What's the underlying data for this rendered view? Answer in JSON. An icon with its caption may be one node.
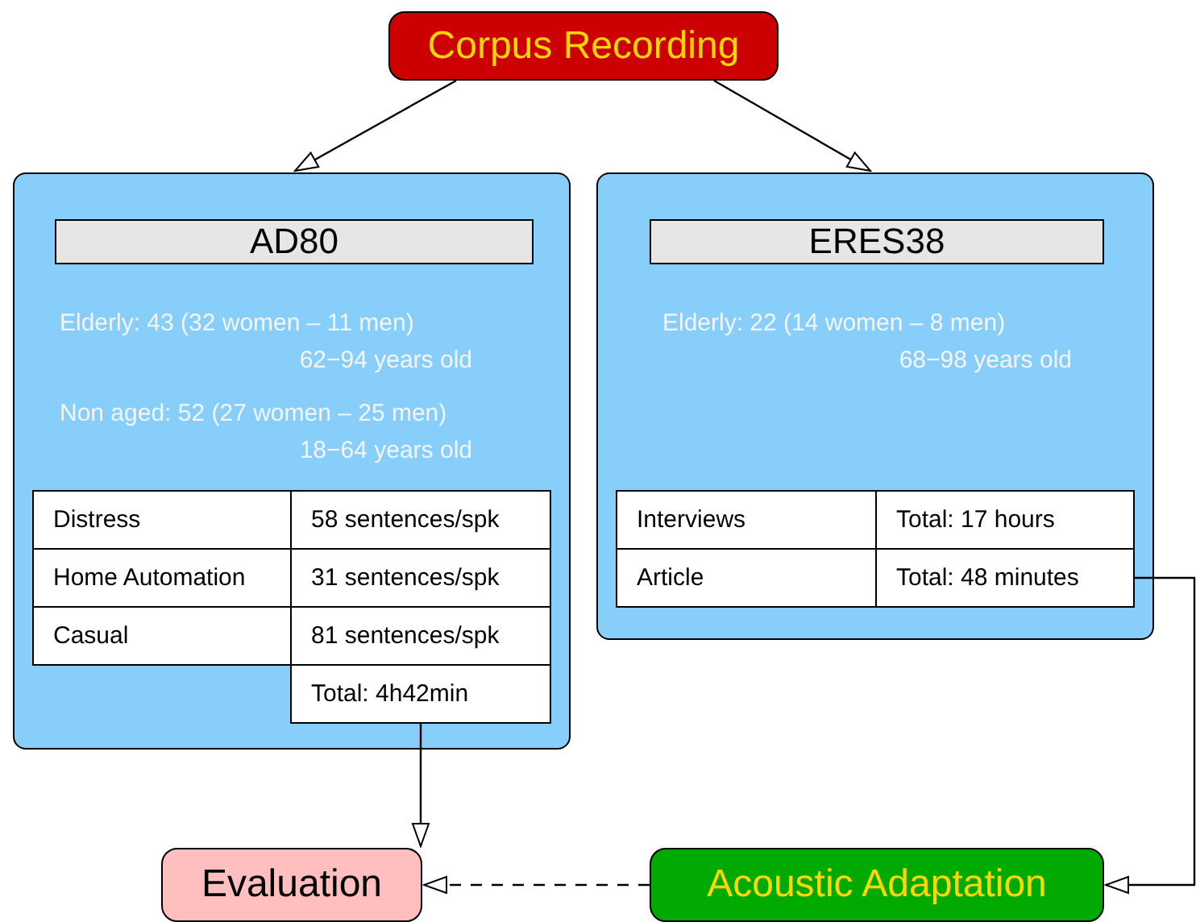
{
  "diagram": {
    "nodes": [
      {
        "text": [
          "Corpus Recording"
        ]
      },
      {
        "text": [
          "AD80",
          "Elderly: 43 (32 women – 11 men) 62−94 years old",
          "Non aged: 52 (27 women – 25 men) 18−64 years old"
        ]
      },
      {
        "text": [
          "Distress"
        ],
        "in": 1
      },
      {
        "text": [
          "58 sentences/spk"
        ],
        "in": 1
      },
      {
        "text": [
          "Home Automation"
        ],
        "in": 1
      },
      {
        "text": [
          "31 sentences/spk"
        ],
        "in": 1
      },
      {
        "text": [
          "Casual"
        ],
        "in": 1
      },
      {
        "text": [
          "81 sentences/spk"
        ],
        "in": 1
      },
      {
        "text": [
          "Total: 4h42min"
        ],
        "in": 1
      },
      {
        "text": [
          "ERES38",
          "Elderly: 22 (14 women – 8 men) 68−98 years old"
        ]
      },
      {
        "text": [
          "Interviews"
        ],
        "in": 9
      },
      {
        "text": [
          "Total: 17 hours"
        ],
        "in": 9
      },
      {
        "text": [
          "Article"
        ],
        "in": 9
      },
      {
        "text": [
          "Total: 48 minutes"
        ],
        "in": 9
      },
      {
        "text": [
          "Evaluation"
        ]
      },
      {
        "text": [
          "Acoustic Adaptation"
        ]
      }
    ],
    "edges": [
      {
        "from": 0,
        "to": 1,
        "arrow": "to"
      },
      {
        "from": 0,
        "to": 9,
        "arrow": "to"
      },
      {
        "from": 8,
        "to": 14,
        "arrow": "to"
      },
      {
        "from": 15,
        "to": 14,
        "arrow": "to",
        "style": "dashed"
      },
      {
        "from": 13,
        "to": 15,
        "arrow": "to"
      }
    ]
  }
}
